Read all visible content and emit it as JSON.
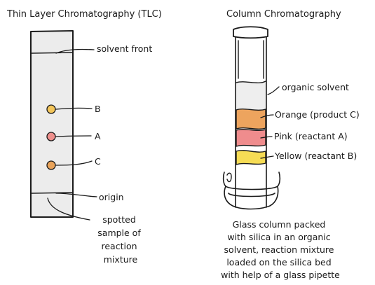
{
  "tlc": {
    "title": "Thin Layer Chromatography (TLC)",
    "labels": {
      "solvent_front": "solvent front",
      "spot_b": "B",
      "spot_a": "A",
      "spot_c": "C",
      "origin": "origin"
    },
    "sample_caption": [
      "spotted",
      "sample of",
      "reaction",
      "mixture"
    ],
    "spot_colors": {
      "b": "#f3c55a",
      "a": "#ee8f8c",
      "c": "#e9a35a"
    }
  },
  "column": {
    "title": "Column Chromatography",
    "labels": {
      "solvent": "organic solvent",
      "orange": "Orange (product C)",
      "pink": "Pink (reactant A)",
      "yellow": "Yellow (reactant B)"
    },
    "caption": [
      "Glass column packed",
      "with silica in an organic",
      "solvent, reaction mixture",
      "loaded on the silica bed",
      "with help of a glass pipette"
    ],
    "band_colors": {
      "orange": "#eda45e",
      "pink": "#ef8c8d",
      "yellow": "#f6dc55"
    }
  }
}
